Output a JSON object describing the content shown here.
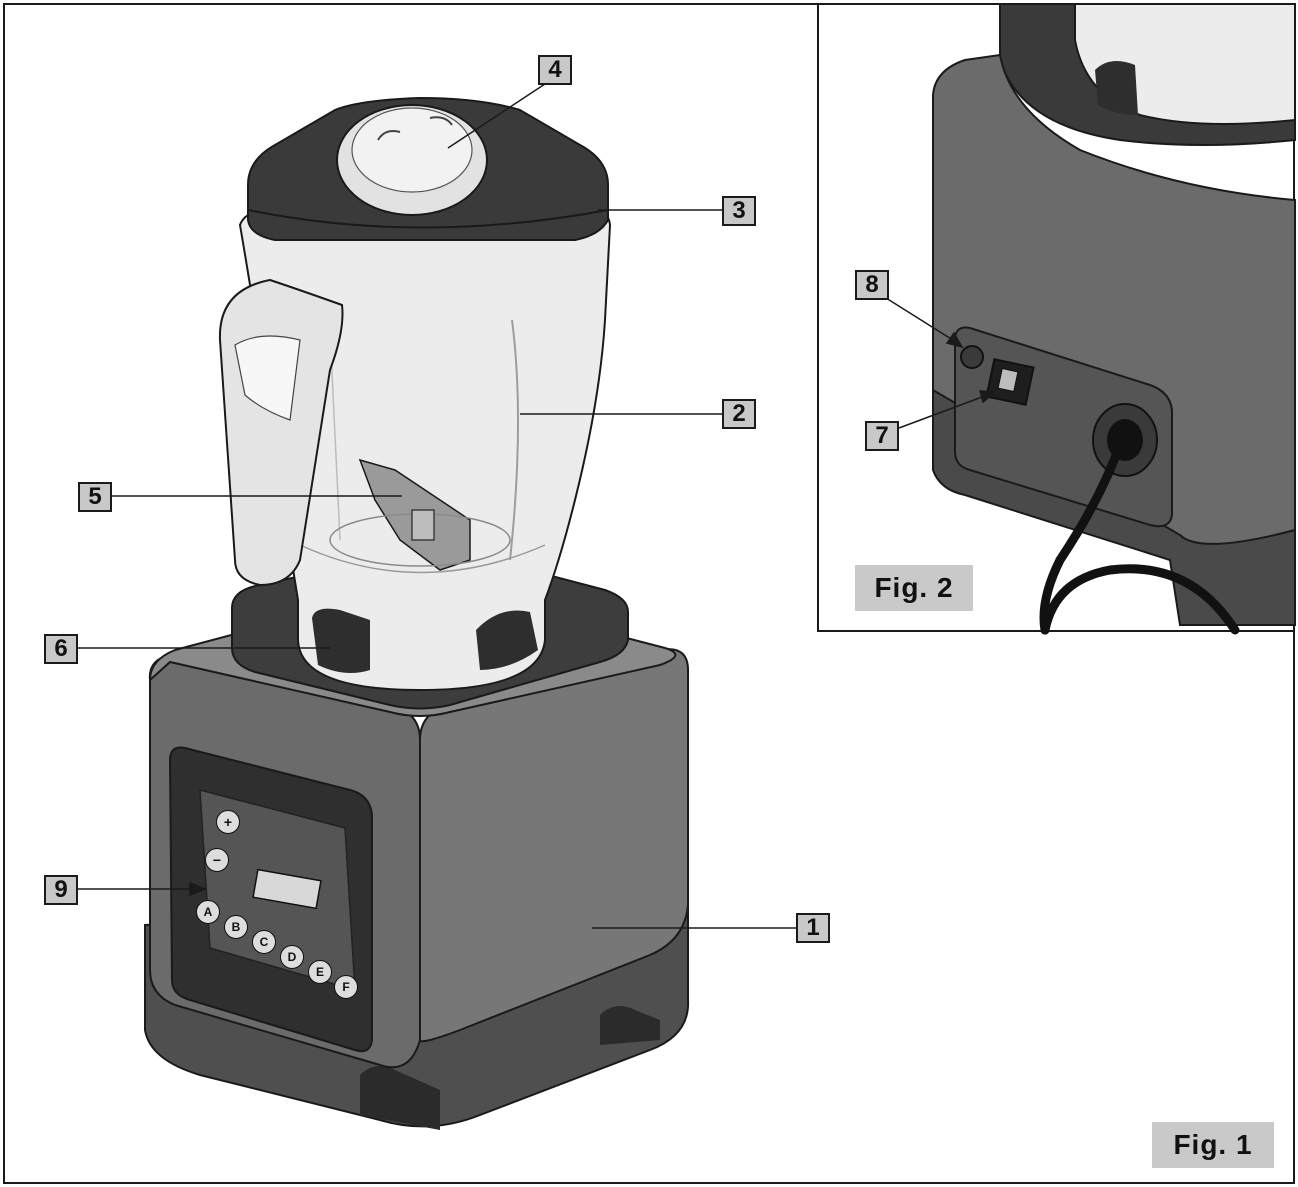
{
  "figures": {
    "fig1_label": "Fig. 1",
    "fig2_label": "Fig. 2"
  },
  "callouts": {
    "c1": "1",
    "c2": "2",
    "c3": "3",
    "c4": "4",
    "c5": "5",
    "c6": "6",
    "c7": "7",
    "c8": "8",
    "c9": "9"
  },
  "control_panel": {
    "plus": "+",
    "minus": "−",
    "buttons": [
      "A",
      "B",
      "C",
      "D",
      "E",
      "F"
    ]
  },
  "colors": {
    "base_body": "#6e6e6e",
    "base_dark": "#4a4a4a",
    "lid": "#3a3a3a",
    "jar_fill": "#ececec",
    "callout_fill": "#c8c8c8",
    "outline": "#1a1a1a"
  }
}
